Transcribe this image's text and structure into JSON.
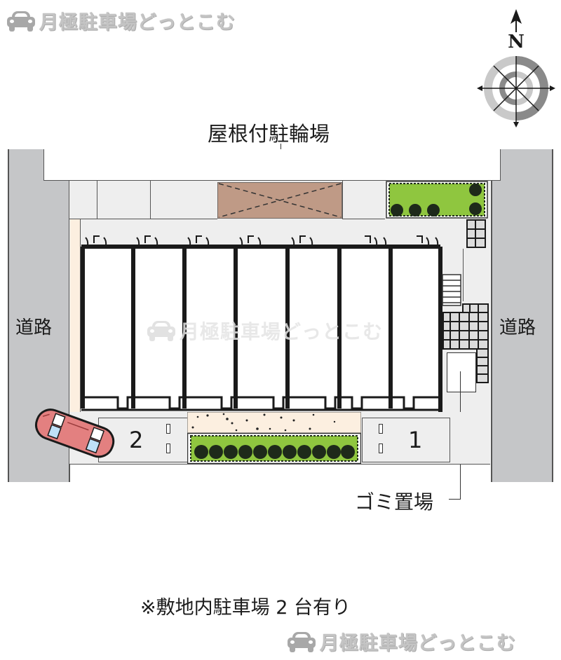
{
  "watermark": {
    "brand_text": "月極駐車場どっとこむ",
    "icon": "car-icon"
  },
  "compass": {
    "north_label": "N",
    "icon": "compass-rose-icon"
  },
  "labels": {
    "bicycle_parking": "屋根付駐輪場",
    "road_left": "道路",
    "road_right": "道路",
    "garbage_area": "ゴミ置場",
    "footnote": "※敷地内駐車場 2 台有り"
  },
  "parking_spaces": [
    {
      "number": "1"
    },
    {
      "number": "2"
    }
  ],
  "building": {
    "unit_count": 7
  },
  "colors": {
    "road": "#c5c6c8",
    "paving": "#eeeeee",
    "bike_shelter": "#bf9a86",
    "greenery": "#8fc63f",
    "tree": "#1e2a1a",
    "sand": "#fcefe0",
    "car_body": "#e38080",
    "car_glass": "#bfe0f7"
  }
}
